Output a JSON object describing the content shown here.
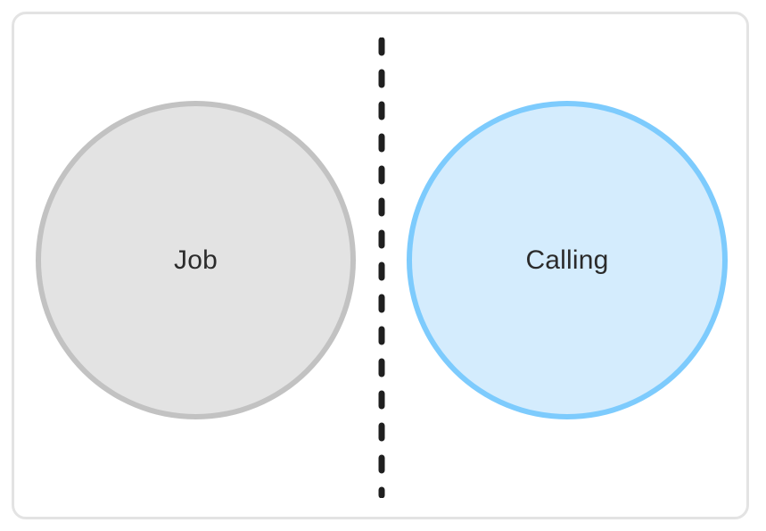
{
  "diagram": {
    "left_circle": {
      "label": "Job",
      "fill_color": "#e3e3e3",
      "border_color": "#c2c2c2"
    },
    "right_circle": {
      "label": "Calling",
      "fill_color": "#d4ecfd",
      "border_color": "#7dcbfd"
    },
    "divider": {
      "style": "dashed",
      "color": "#1f1f1f"
    },
    "frame_border_color": "#e3e3e3"
  }
}
